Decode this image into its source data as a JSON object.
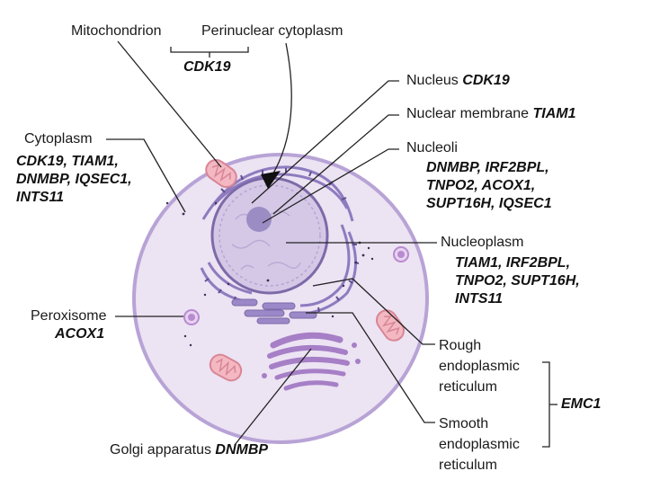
{
  "labels": {
    "mitochondrion": "Mitochondrion",
    "perinuclear_cytoplasm": "Perinuclear cytoplasm",
    "perinuclear_genes": "CDK19",
    "nucleus": "Nucleus",
    "nucleus_genes": "CDK19",
    "nuclear_membrane": "Nuclear membrane",
    "nuclear_membrane_genes": "TIAM1",
    "nucleoli": "Nucleoli",
    "nucleoli_genes": [
      "DNMBP, IRF2BPL,",
      "TNPO2, ACOX1,",
      "SUPT16H, IQSEC1"
    ],
    "cytoplasm": "Cytoplasm",
    "cytoplasm_genes": [
      "CDK19, TIAM1,",
      "DNMBP, IQSEC1,",
      "INTS11"
    ],
    "nucleoplasm": "Nucleoplasm",
    "nucleoplasm_genes": [
      "TIAM1, IRF2BPL,",
      "TNPO2, SUPT16H,",
      "INTS11"
    ],
    "peroxisome": "Peroxisome",
    "peroxisome_genes": "ACOX1",
    "rough_er": [
      "Rough",
      "endoplasmic",
      "reticulum"
    ],
    "smooth_er": [
      "Smooth",
      "endoplasmic",
      "reticulum"
    ],
    "er_genes": "EMC1",
    "golgi": "Golgi apparatus",
    "golgi_genes": "DNMBP"
  },
  "colors": {
    "cell_fill": "#ece3f3",
    "cell_membrane": "#b8a3d6",
    "nucleus_fill": "#d5c8e6",
    "nucleus_stroke": "#7d6aa8",
    "nucleolus": "#9b8cc4",
    "er": "#8e7bbf",
    "golgi": "#a67fc6",
    "mito_fill": "#f3b8c2",
    "mito_stroke": "#d98595",
    "peroxisome": "#b88ad0",
    "leader": "#222222"
  }
}
